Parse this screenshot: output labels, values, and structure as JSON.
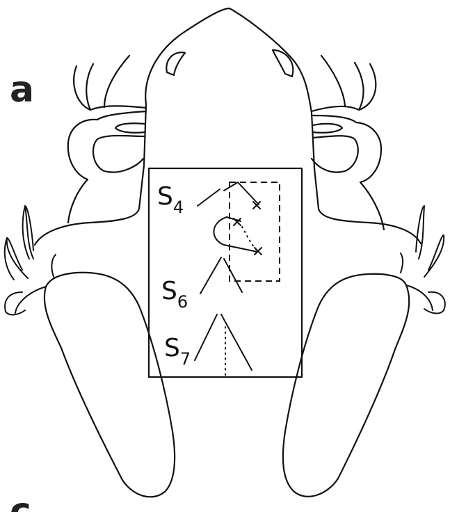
{
  "figure": {
    "panel_label": "a",
    "next_panel_label": "c",
    "segments": [
      {
        "label": "S",
        "sub": "4"
      },
      {
        "label": "S",
        "sub": "6"
      },
      {
        "label": "S",
        "sub": "7"
      }
    ]
  }
}
